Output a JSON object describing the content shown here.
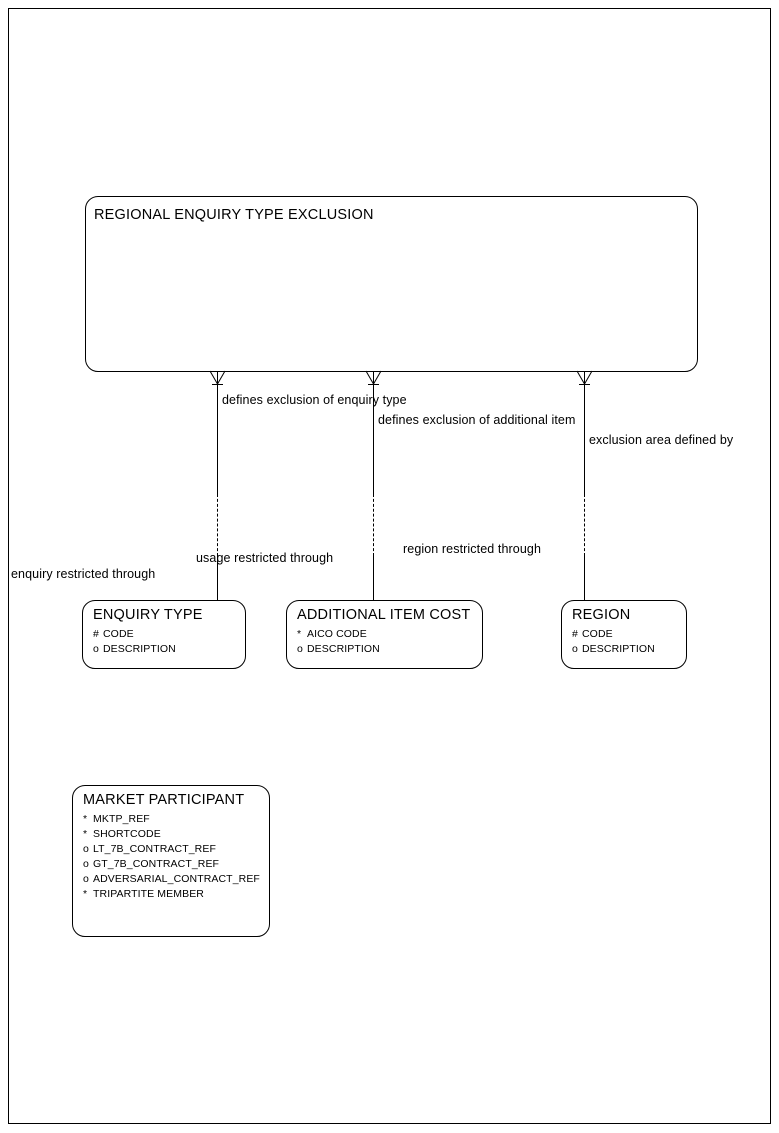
{
  "diagram": {
    "title": "Regional Enquiry Type Exclusion ER Diagram",
    "line_color": "#000000",
    "background_color": "#ffffff"
  },
  "entities": {
    "regional_enquiry_type_exclusion": {
      "name": "REGIONAL ENQUIRY TYPE EXCLUSION",
      "attributes": []
    },
    "enquiry_type": {
      "name": "ENQUIRY TYPE",
      "attributes": [
        {
          "mark": "#",
          "label": "CODE"
        },
        {
          "mark": "o",
          "label": "DESCRIPTION"
        }
      ]
    },
    "additional_item_cost": {
      "name": "ADDITIONAL ITEM COST",
      "attributes": [
        {
          "mark": "*",
          "label": "AICO CODE"
        },
        {
          "mark": "o",
          "label": "DESCRIPTION"
        }
      ]
    },
    "region": {
      "name": "REGION",
      "attributes": [
        {
          "mark": "#",
          "label": "CODE"
        },
        {
          "mark": "o",
          "label": "DESCRIPTION"
        }
      ]
    },
    "market_participant": {
      "name": "MARKET PARTICIPANT",
      "attributes": [
        {
          "mark": "*",
          "label": "MKTP_REF"
        },
        {
          "mark": "*",
          "label": "SHORTCODE"
        },
        {
          "mark": "o",
          "label": "LT_7B_CONTRACT_REF"
        },
        {
          "mark": "o",
          "label": "GT_7B_CONTRACT_REF"
        },
        {
          "mark": "o",
          "label": "ADVERSARIAL_CONTRACT_REF"
        },
        {
          "mark": "*",
          "label": "TRIPARTITE MEMBER"
        }
      ]
    }
  },
  "relationships": [
    {
      "id": "enquiry-type-relationship",
      "from_label": "defines exclusion of enquiry type",
      "to_label": "enquiry restricted through"
    },
    {
      "id": "additional-item-relationship",
      "from_label": "defines exclusion of additional item",
      "to_label": "usage restricted through"
    },
    {
      "id": "region-relationship",
      "from_label": "exclusion area defined by",
      "to_label": "region restricted through"
    }
  ]
}
